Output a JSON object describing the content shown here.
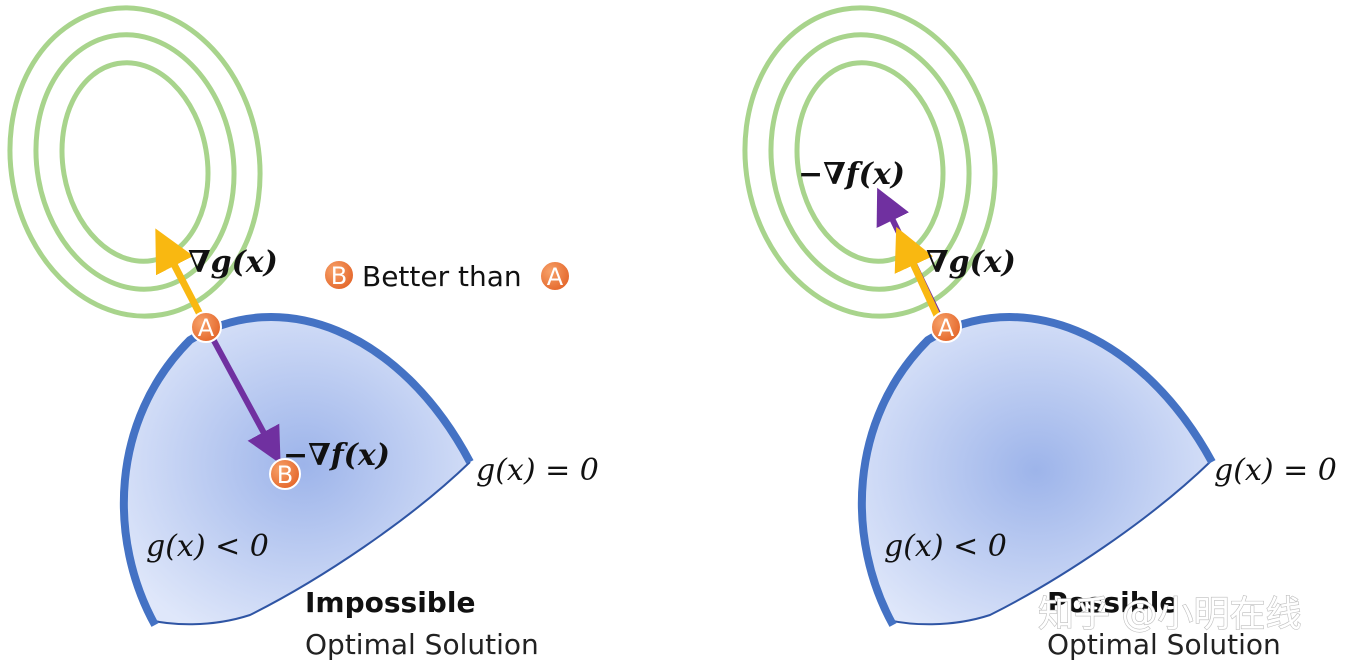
{
  "colors": {
    "contour": "#a8d48c",
    "boundary": "#4472c4",
    "region_center": "#9db4ea",
    "region_edge": "#dfe7fa",
    "grad_g": "#f9b811",
    "grad_f": "#7030a0",
    "point_fill": "#ed7d31",
    "point_stroke": "#ffffff"
  },
  "left": {
    "point_a": "A",
    "point_b": "B",
    "grad_g_label": "∇g(x)",
    "neg_grad_f_label": "−∇f(x)",
    "boundary_label": "g(x) = 0",
    "interior_label": "g(x) < 0",
    "note_badge_1": "B",
    "note_text": "Better than",
    "note_badge_2": "A",
    "caption_title": "Impossible",
    "caption_subtitle": "Optimal Solution"
  },
  "right": {
    "point_a": "A",
    "neg_grad_f_label": "−∇f(x)",
    "grad_g_label": "∇g(x)",
    "boundary_label": "g(x) = 0",
    "interior_label": "g(x) < 0",
    "caption_title": "Possible",
    "caption_subtitle": "Optimal Solution"
  },
  "watermark": "知乎 @小明在线"
}
